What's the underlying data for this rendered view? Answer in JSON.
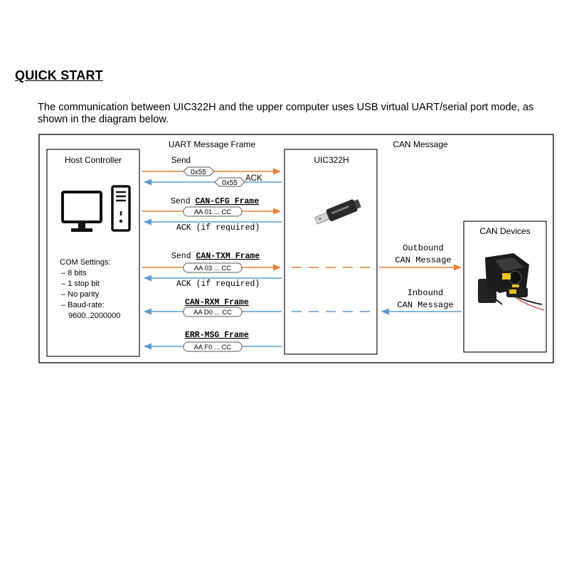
{
  "section": {
    "heading": "QUICK START",
    "intro": "The communication between UIC322H and the upper computer uses USB virtual UART/serial port mode, as shown in the diagram below."
  },
  "diagram": {
    "labels": {
      "uart_frame": "UART Message Frame",
      "can_message": "CAN Message"
    },
    "host": {
      "title": "Host Controller",
      "com_title": "COM Settings:",
      "com_items": [
        "– 8 bits",
        "– 1 stop bit",
        "– No parity",
        "– Baud-rate:",
        "9600..2000000"
      ]
    },
    "device": {
      "title": "UIC322H"
    },
    "can_devices": {
      "title": "CAN Devices"
    },
    "messages": {
      "send": "Send",
      "ack": "ACK",
      "byte_0x55": "0x55",
      "send_prefix": "Send",
      "can_cfg": "CAN-CFG Frame",
      "cfg_bytes": "AA 01 ... CC",
      "ack_if_required": "ACK (if required)",
      "can_txm": "CAN-TXM Frame",
      "txm_bytes": "AA 03 ... CC",
      "can_rxm": "CAN-RXM Frame",
      "rxm_bytes": "AA D0 ... CC",
      "err_msg": "ERR-MSG Frame",
      "err_bytes": "AA F0 ... CC",
      "outbound_1": "Outbound",
      "outbound_2": "CAN Message",
      "inbound_1": "Inbound",
      "inbound_2": "CAN Message"
    },
    "colors": {
      "outgoing": "#ED7D31",
      "incoming": "#5B9BD5",
      "border": "#000000"
    }
  }
}
